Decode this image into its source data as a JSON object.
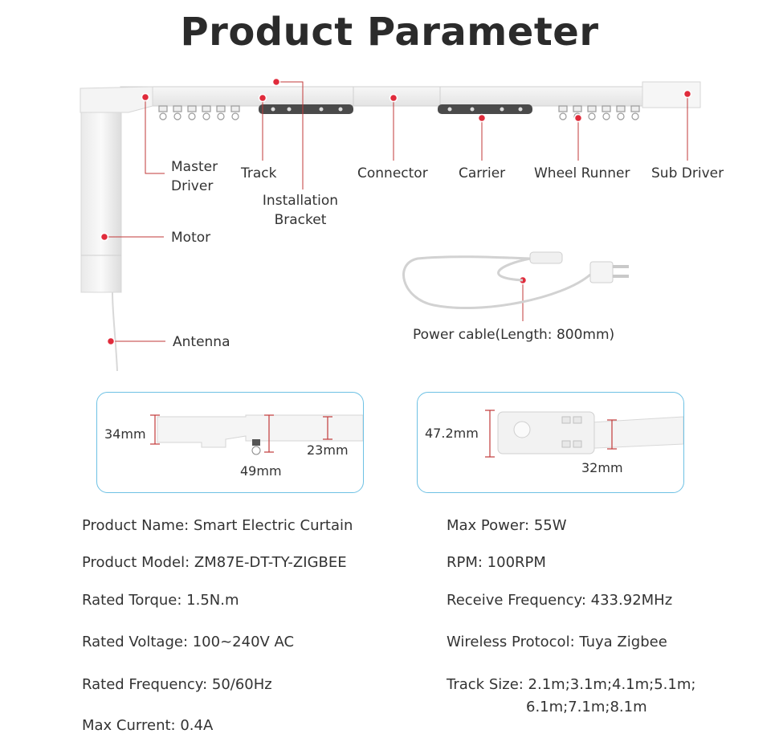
{
  "title": "Product Parameter",
  "components": {
    "master_driver": "Master\nDriver",
    "track": "Track",
    "installation_bracket": "Installation\nBracket",
    "connector": "Connector",
    "carrier": "Carrier",
    "wheel_runner": "Wheel Runner",
    "sub_driver": "Sub Driver",
    "motor": "Motor",
    "antenna": "Antenna",
    "power_cable": "Power cable(Length: 800mm)"
  },
  "dimensions": {
    "height_34": "34mm",
    "width_49": "49mm",
    "height_23": "23mm",
    "height_47": "47.2mm",
    "width_32": "32mm"
  },
  "specs_left": [
    "Product Name: Smart Electric Curtain",
    "Product Model: ZM87E-DT-TY-ZIGBEE",
    "Rated Torque: 1.5N.m",
    "Rated Voltage: 100~240V AC",
    "Rated Frequency: 50/60Hz",
    "Max Current: 0.4A"
  ],
  "specs_right": [
    "Max Power: 55W",
    "RPM: 100RPM",
    "Receive Frequency: 433.92MHz",
    "Wireless Protocol: Tuya Zigbee",
    "Track Size: 2.1m;3.1m;4.1m;5.1m;",
    "6.1m;7.1m;8.1m"
  ],
  "colors": {
    "marker": "#e02b3b",
    "frame": "#6ec1e4",
    "title": "#2b2b2b"
  }
}
